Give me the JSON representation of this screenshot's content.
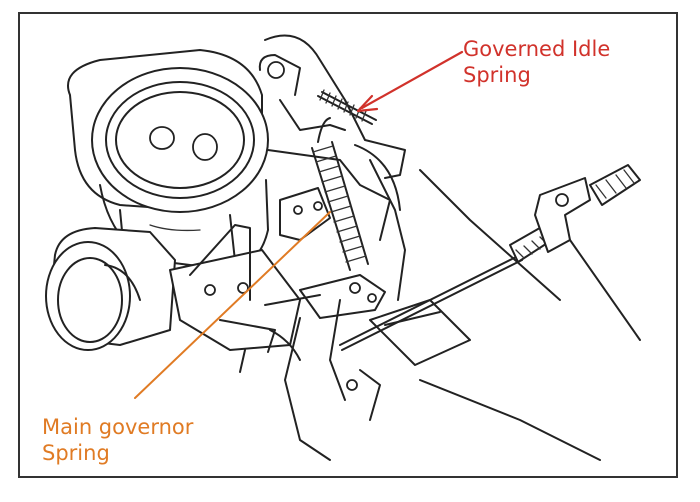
{
  "labels": {
    "governed_idle_line1": "Governed Idle",
    "governed_idle_line2": "Spring",
    "main_governor_line1": "Main governor",
    "main_governor_line2": "Spring"
  },
  "colors": {
    "governed_idle_label": "#d1322b",
    "main_governor_label": "#e07b24",
    "line_art": "#222222"
  }
}
